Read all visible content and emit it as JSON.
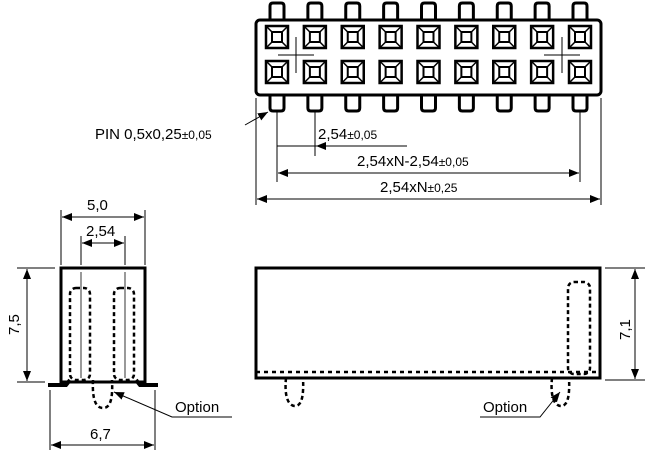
{
  "top_view": {
    "pin_count_per_row": 9,
    "rows": 2,
    "pin_label": "PIN 0,5x0,25",
    "pin_tol": "±0,05",
    "pitch_label": "2,54",
    "pitch_tol": "±0,05",
    "span_label": "2,54xN-2,54",
    "span_tol": "±0,05",
    "length_label": "2,54xN",
    "length_tol": "±0,25"
  },
  "side_view": {
    "width_label": "5,0",
    "row_pitch_label": "2,54",
    "height_label": "7,5",
    "foot_width_label": "6,7",
    "option_label": "Option"
  },
  "front_view": {
    "height_label": "7,1",
    "option_label": "Option"
  },
  "colors": {
    "ink": "#000000",
    "watermark": "#d9d9d9"
  }
}
